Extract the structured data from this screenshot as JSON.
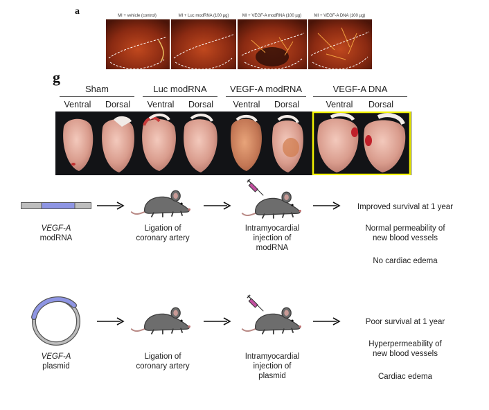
{
  "panel_a": {
    "letter": "a",
    "labels": [
      "MI + vehicle (control)",
      "MI + Luc modRNA (100 µg)",
      "MI + VEGF-A modRNA (100 µg)",
      "MI + VEGF-A DNA (100 µg)"
    ]
  },
  "panel_g": {
    "letter": "g",
    "groups": [
      {
        "name": "Sham",
        "views": [
          "Ventral",
          "Dorsal"
        ]
      },
      {
        "name": "Luc modRNA",
        "views": [
          "Ventral",
          "Dorsal"
        ]
      },
      {
        "name": "VEGF-A modRNA",
        "views": [
          "Ventral",
          "Dorsal"
        ]
      },
      {
        "name": "VEGF-A DNA",
        "views": [
          "Ventral",
          "Dorsal"
        ]
      }
    ],
    "highlight_color": "#f2f200"
  },
  "flow_modrna": {
    "input_italic": "VEGF-A",
    "input_rest": "modRNA",
    "step1": [
      "Ligation of",
      "coronary artery"
    ],
    "step2": [
      "Intramyocardial",
      "injection of",
      "modRNA"
    ],
    "outcomes": [
      "Improved survival at 1 year",
      "Normal permeability of",
      "new blood vessels",
      "No cardiac edema"
    ]
  },
  "flow_plasmid": {
    "input_italic": "VEGF-A",
    "input_rest": "plasmid",
    "step1": [
      "Ligation of",
      "coronary artery"
    ],
    "step2": [
      "Intramyocardial",
      "injection of",
      "plasmid"
    ],
    "outcomes": [
      "Poor survival at 1 year",
      "Hyperpermeability of",
      "new blood vessels",
      "Cardiac edema"
    ]
  },
  "colors": {
    "rna_accent": "#8e95e3",
    "mouse": "#6d6d6d",
    "syringe_plunger": "#c24fa0"
  }
}
